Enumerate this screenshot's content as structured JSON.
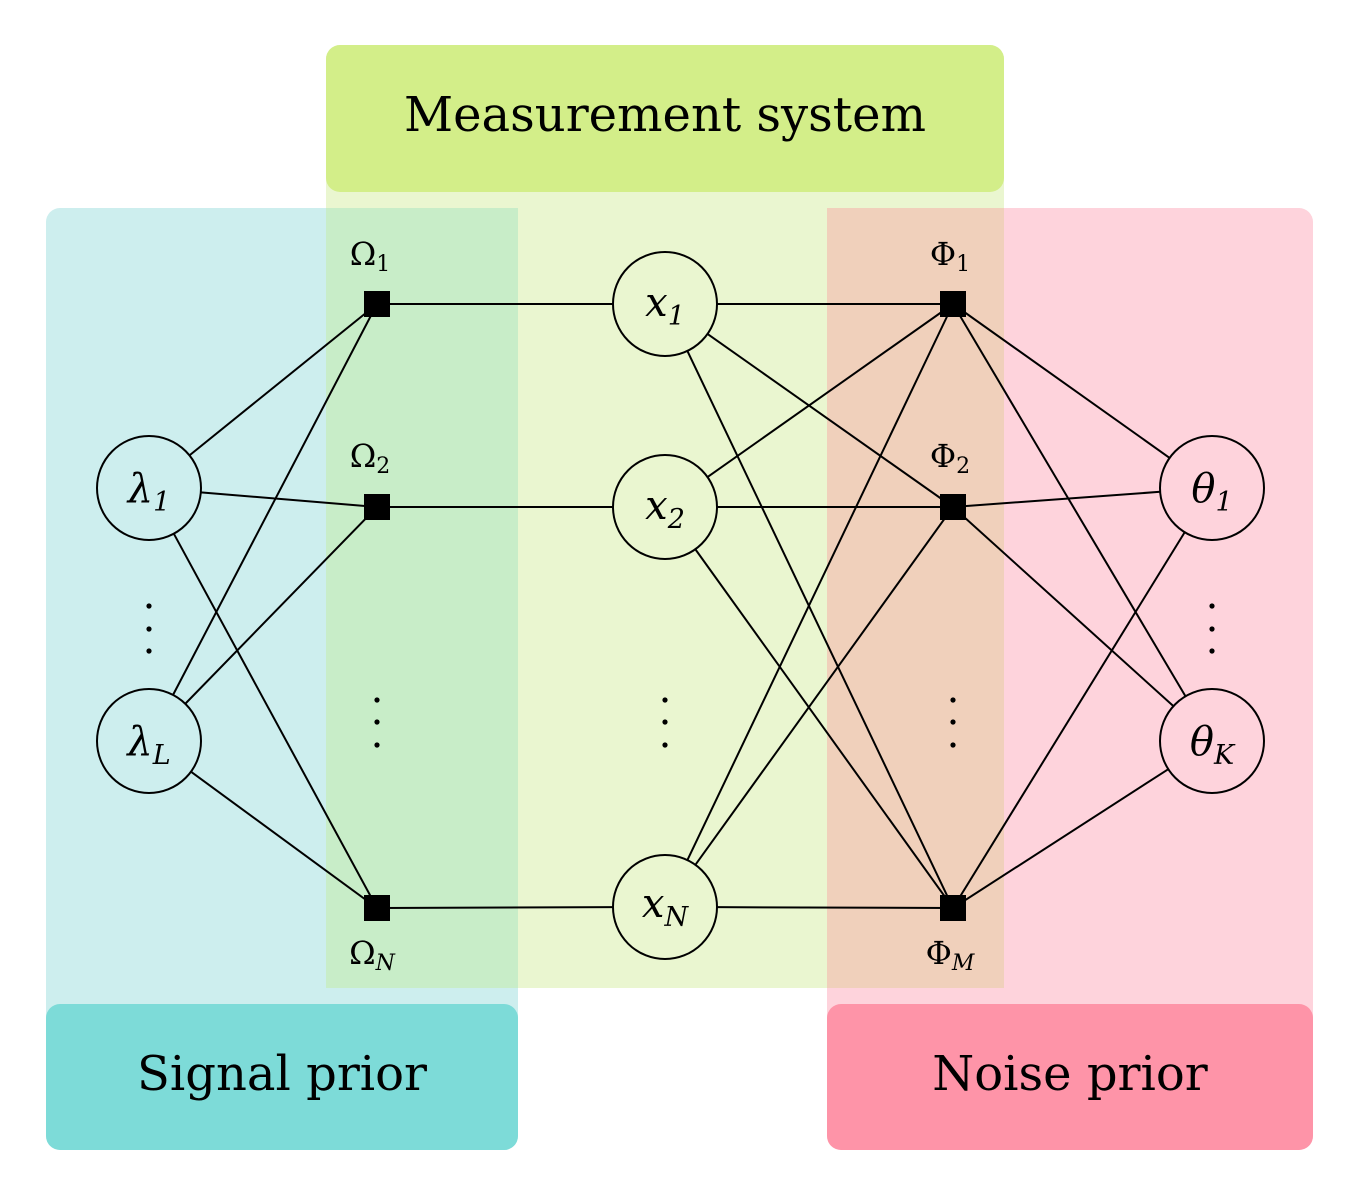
{
  "regions": {
    "measurement_title": "Measurement system",
    "signal_title": "Signal prior",
    "noise_title": "Noise prior"
  },
  "colors": {
    "signal_region": "#cdeeee",
    "signal_header": "#7ddbd8",
    "measurement_region": "#eaf6d0",
    "measurement_header": "#d3ee89",
    "noise_region": "#fed3dc",
    "noise_header": "#fe94a8",
    "signal_measurement_overlap": "#c8edc8",
    "noise_measurement_overlap": "#f0d0bb"
  },
  "variables": {
    "lambda_1": {
      "sym": "λ",
      "sub": "1"
    },
    "lambda_L": {
      "sym": "λ",
      "sub": "L"
    },
    "x_1": {
      "sym": "x",
      "sub": "1"
    },
    "x_2": {
      "sym": "x",
      "sub": "2"
    },
    "x_N": {
      "sym": "x",
      "sub": "N"
    },
    "theta_1": {
      "sym": "θ",
      "sub": "1"
    },
    "theta_K": {
      "sym": "θ",
      "sub": "K"
    }
  },
  "factors": {
    "omega_1": {
      "sym": "Ω",
      "sub": "1"
    },
    "omega_2": {
      "sym": "Ω",
      "sub": "2"
    },
    "omega_N": {
      "sym": "Ω",
      "sub": "N"
    },
    "phi_1": {
      "sym": "Φ",
      "sub": "1"
    },
    "phi_2": {
      "sym": "Φ",
      "sub": "2"
    },
    "phi_M": {
      "sym": "Φ",
      "sub": "M"
    }
  },
  "edges": [
    [
      "lambda_1",
      "omega_1"
    ],
    [
      "lambda_1",
      "omega_2"
    ],
    [
      "lambda_1",
      "omega_N"
    ],
    [
      "lambda_L",
      "omega_1"
    ],
    [
      "lambda_L",
      "omega_2"
    ],
    [
      "lambda_L",
      "omega_N"
    ],
    [
      "omega_1",
      "x_1"
    ],
    [
      "omega_2",
      "x_2"
    ],
    [
      "omega_N",
      "x_N"
    ],
    [
      "x_1",
      "phi_1"
    ],
    [
      "x_1",
      "phi_2"
    ],
    [
      "x_1",
      "phi_M"
    ],
    [
      "x_2",
      "phi_1"
    ],
    [
      "x_2",
      "phi_2"
    ],
    [
      "x_2",
      "phi_M"
    ],
    [
      "x_N",
      "phi_1"
    ],
    [
      "x_N",
      "phi_2"
    ],
    [
      "x_N",
      "phi_M"
    ],
    [
      "phi_1",
      "theta_1"
    ],
    [
      "phi_1",
      "theta_K"
    ],
    [
      "phi_2",
      "theta_1"
    ],
    [
      "phi_2",
      "theta_K"
    ],
    [
      "phi_M",
      "theta_1"
    ],
    [
      "phi_M",
      "theta_K"
    ]
  ]
}
